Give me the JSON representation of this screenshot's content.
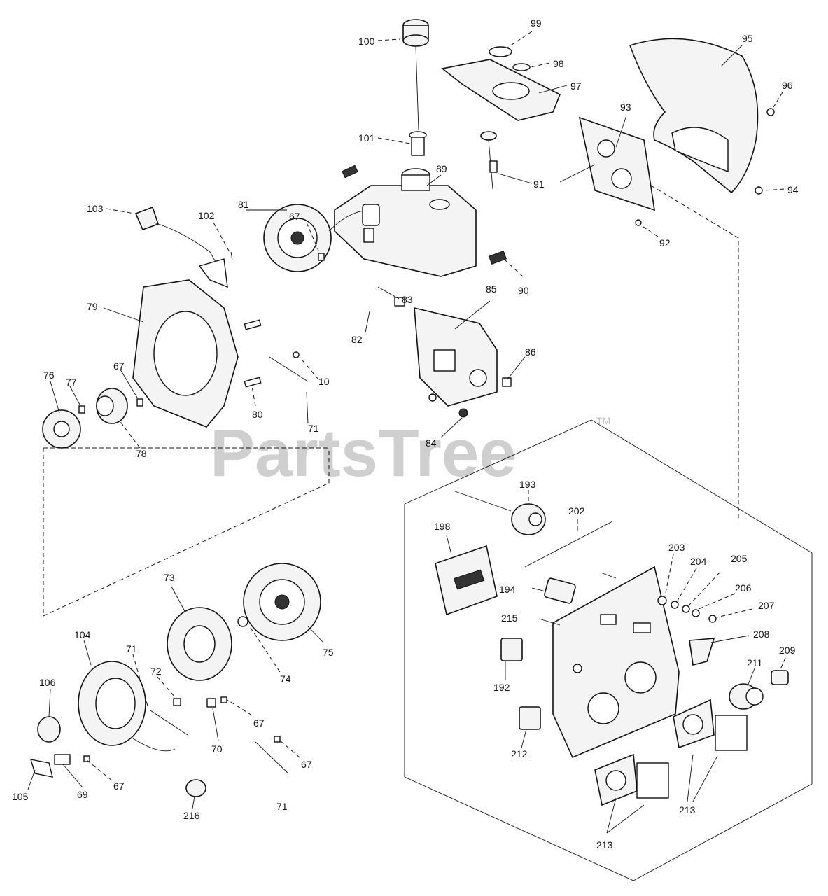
{
  "watermark": {
    "text": "PartsTree",
    "tm": "TM"
  },
  "labels": {
    "l100": "100",
    "l99": "99",
    "l98": "98",
    "l97": "97",
    "l95": "95",
    "l96": "96",
    "l93": "93",
    "l101": "101",
    "l89": "89",
    "l91": "91",
    "l94": "94",
    "l92": "92",
    "l103": "103",
    "l102": "102",
    "l81": "81",
    "l67a": "67",
    "l90": "90",
    "l83": "83",
    "l85": "85",
    "l79": "79",
    "l82": "82",
    "l86": "86",
    "l10": "10",
    "l76": "76",
    "l77": "77",
    "l67b": "67",
    "l80": "80",
    "l71a": "71",
    "l84": "84",
    "l78": "78",
    "l193": "193",
    "l202": "202",
    "l198": "198",
    "l203": "203",
    "l204": "204",
    "l205": "205",
    "l206": "206",
    "l194": "194",
    "l207": "207",
    "l215": "215",
    "l208": "208",
    "l73": "73",
    "l209": "209",
    "l211": "211",
    "l75": "75",
    "l104": "104",
    "l71b": "71",
    "l72": "72",
    "l74": "74",
    "l192": "192",
    "l106": "106",
    "l67c": "67",
    "l70": "70",
    "l212": "212",
    "l67d": "67",
    "l105": "105",
    "l69": "69",
    "l67e": "67",
    "l216": "216",
    "l71c": "71",
    "l213a": "213",
    "l213b": "213"
  }
}
